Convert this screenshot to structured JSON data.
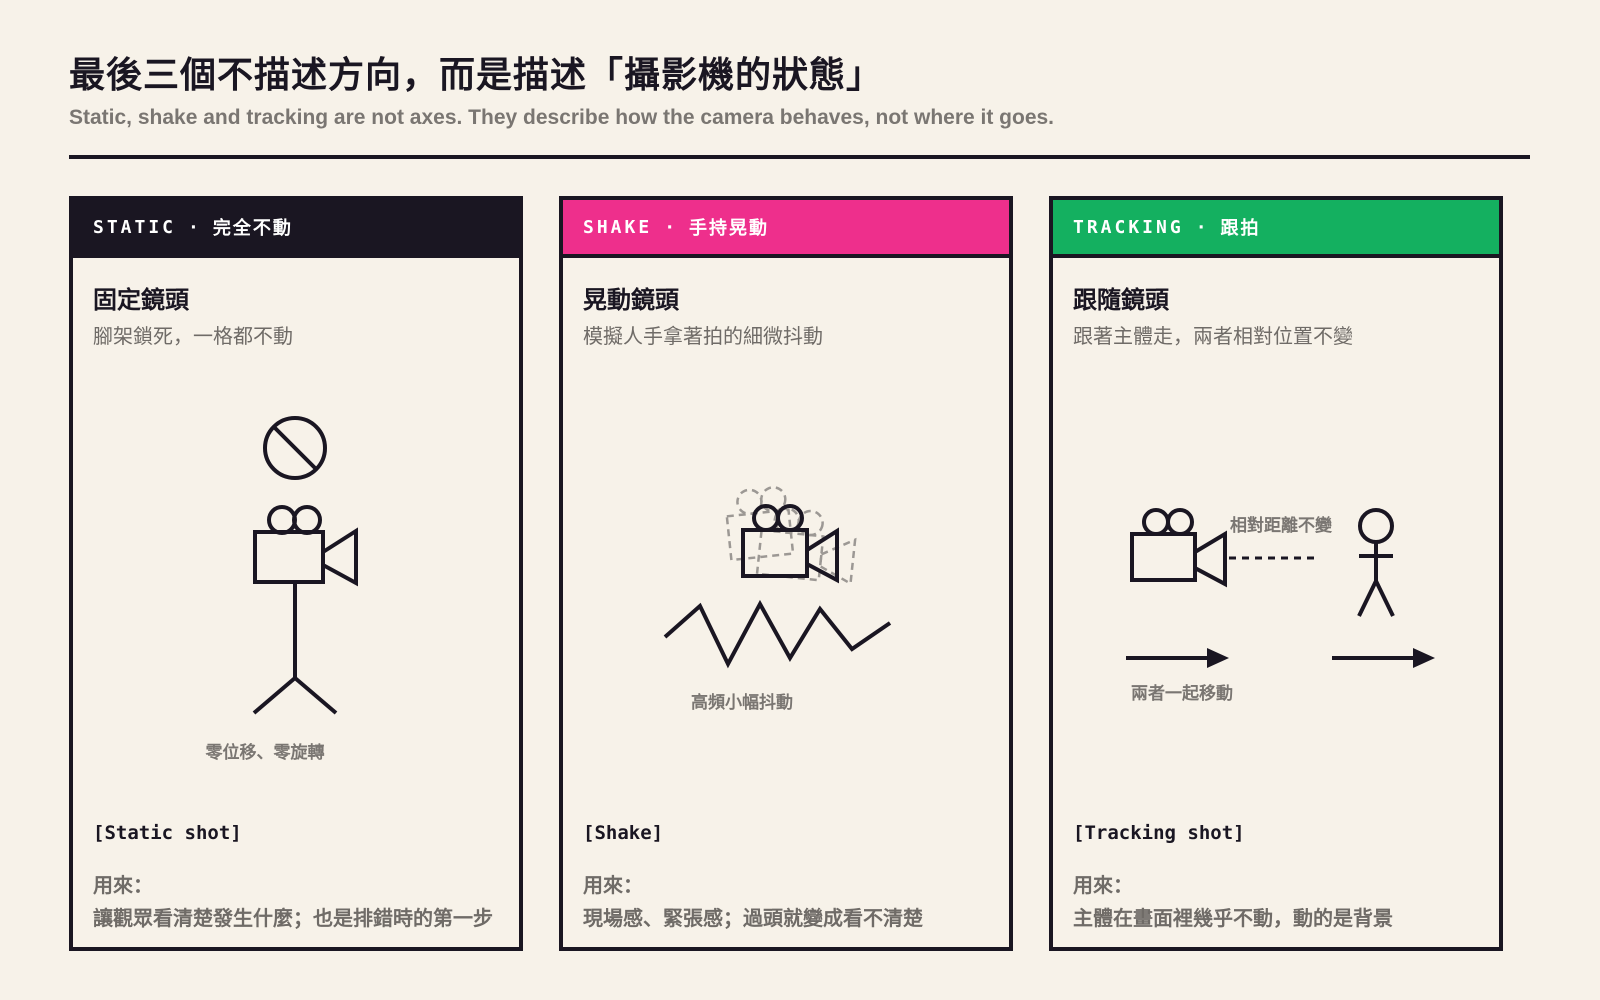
{
  "header": {
    "title": "最後三個不描述方向，而是描述「攝影機的狀態」",
    "subtitle": "Static, shake and tracking are not axes. They describe how the camera behaves, not where it goes."
  },
  "colors": {
    "ink": "#1a1622",
    "static": "#1a1622",
    "shake": "#ee2f8c",
    "tracking": "#14b060",
    "muted": "#7a7672",
    "background": "#f7f2e9"
  },
  "cards": [
    {
      "en": "STATIC",
      "sep": "·",
      "zh": "完全不動",
      "name": "固定鏡頭",
      "desc": "腳架鎖死，一格都不動",
      "fig_label": "零位移、零旋轉",
      "shot_tag": "[Static shot]",
      "use_label": "用來：",
      "use_text": "讓觀眾看清楚發生什麼；也是排錯時的第一步",
      "icons": [
        "no-symbol-icon",
        "camera-icon",
        "tripod-icon"
      ]
    },
    {
      "en": "SHAKE",
      "sep": "·",
      "zh": "手持晃動",
      "name": "晃動鏡頭",
      "desc": "模擬人手拿著拍的細微抖動",
      "fig_label": "高頻小幅抖動",
      "shot_tag": "[Shake]",
      "use_label": "用來：",
      "use_text": "現場感、緊張感；過頭就變成看不清楚",
      "icons": [
        "camera-icon",
        "ghost-camera-icon",
        "zigzag-wave-icon"
      ]
    },
    {
      "en": "TRACKING",
      "sep": "·",
      "zh": "跟拍",
      "name": "跟隨鏡頭",
      "desc": "跟著主體走，兩者相對位置不變",
      "fig_label_distance": "相對距離不變",
      "fig_label": "兩者一起移動",
      "shot_tag": "[Tracking shot]",
      "use_label": "用來：",
      "use_text": "主體在畫面裡幾乎不動，動的是背景",
      "icons": [
        "camera-icon",
        "person-icon",
        "arrow-right-icon"
      ]
    }
  ]
}
